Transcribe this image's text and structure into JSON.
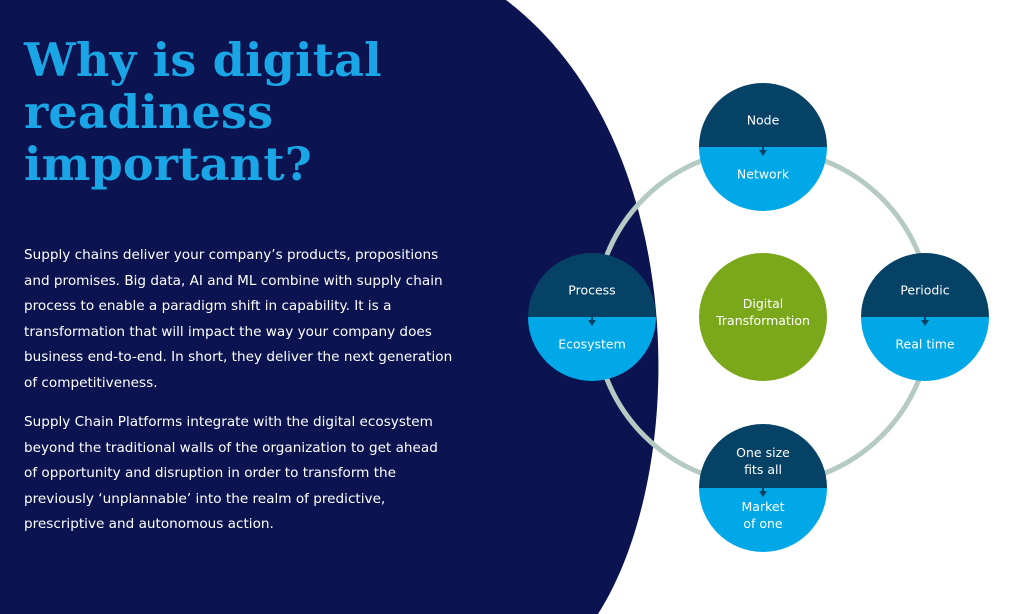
{
  "title": [
    "Why is digital",
    "readiness",
    "important?"
  ],
  "paragraphs": [
    "Supply chains deliver your company’s products, propositions and promises. Big data, AI and ML combine with supply chain process to enable a paradigm shift in capability. It is a transformation that will impact the way your company does business end-to-end. In short, they deliver the next generation of competitiveness.",
    "Supply Chain Platforms integrate with the digital ecosystem beyond the traditional walls of the organization to get ahead of opportunity and disruption in order to transform the previously ‘unplannable’ into the realm of predictive, prescriptive and autonomous action."
  ],
  "diagram": {
    "center": {
      "lines": [
        "Digital",
        "Transformation"
      ]
    },
    "nodes": [
      {
        "id": "node-network",
        "top": [
          "Node"
        ],
        "bottom": [
          "Network"
        ]
      },
      {
        "id": "process-ecosystem",
        "top": [
          "Process"
        ],
        "bottom": [
          "Ecosystem"
        ]
      },
      {
        "id": "periodic-realtime",
        "top": [
          "Periodic"
        ],
        "bottom": [
          "Real time"
        ]
      },
      {
        "id": "onesize-marketofone",
        "top": [
          "One size",
          "fits all"
        ],
        "bottom": [
          "Market",
          "of one"
        ]
      }
    ]
  },
  "colors": {
    "navy": "#0b1450",
    "title_blue": "#1aa6e6",
    "node_dark": "#054266",
    "node_light": "#00a8e8",
    "center_green": "#7aa81a",
    "ring": "#b4cac3"
  }
}
